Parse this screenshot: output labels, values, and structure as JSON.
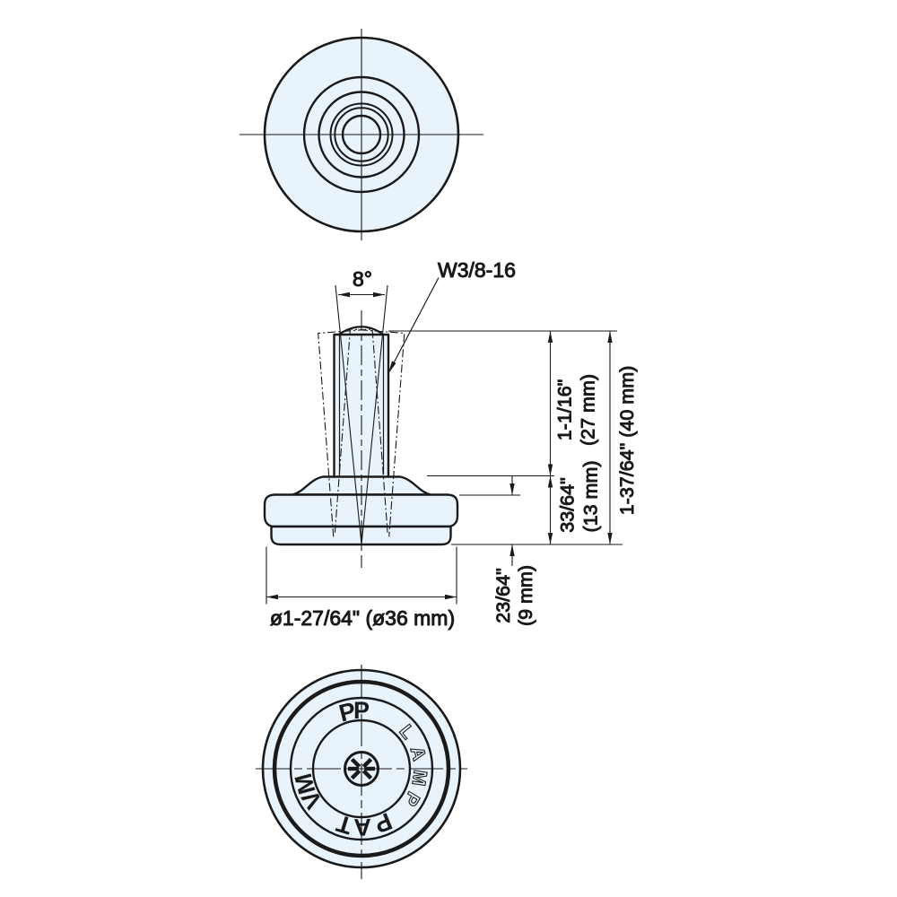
{
  "side_view": {
    "angle_label": "8°",
    "thread_label": "W3/8-16",
    "dim_stem_height_in": "1-1/16\"",
    "dim_stem_height_mm": "(27 mm)",
    "dim_base_height_in": "33/64\"",
    "dim_base_height_mm": "(13 mm)",
    "dim_total_height": "1-37/64\" (40 mm)",
    "dim_pad_height_in": "23/64\"",
    "dim_pad_height_mm": "(9 mm)",
    "dim_diameter": "ø1-27/64\" (ø36 mm)"
  },
  "bottom_view": {
    "markings": {
      "top": "PP",
      "right": "LAMP",
      "bottom": "PAT",
      "left": "MV"
    },
    "ring_letters": [
      {
        "char": "P"
      },
      {
        "char": "P"
      },
      {
        "char": "L"
      },
      {
        "char": "A"
      },
      {
        "char": "M"
      },
      {
        "char": "P"
      },
      {
        "char": "P"
      },
      {
        "char": "A"
      },
      {
        "char": "T"
      },
      {
        "char": "V"
      },
      {
        "char": "M"
      }
    ]
  },
  "colors": {
    "line": "#1a1a1a",
    "body_fill": "#e9f3fb"
  }
}
